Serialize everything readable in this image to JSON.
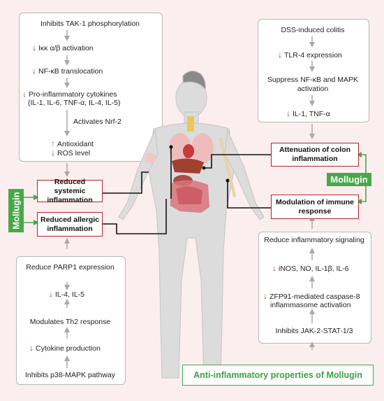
{
  "top_left": {
    "l1": "Inhibits TAK-1 phosphorylation",
    "l2": "Iκκ α/β activation",
    "l3": "NF-κB translocation",
    "l4a": "Pro-inflammatory cytokines",
    "l4b": "(IL-1, IL-6, TNF-α, IL-4, IL-5)",
    "l5": "Activates Nrf-2",
    "l6": "Antioxidant",
    "l7": "ROS level"
  },
  "bottom_left": {
    "l1": "Reduce PARP1 expression",
    "l2": "IL-4, IL-5",
    "l3": "Modulates Th2 response",
    "l4": "Cytokine production",
    "l5": "Inhibits p38-MAPK pathway"
  },
  "top_right": {
    "l1": "DSS-induced colitis",
    "l2": "TLR-4 expression",
    "l3a": "Suppress NF-κB and MAPK",
    "l3b": "activation",
    "l4": "IL-1, TNF-α"
  },
  "bottom_right": {
    "l1": "Reduce inflammatory signaling",
    "l2": "iNOS, NO, IL-1β, IL-6",
    "l3a": "ZFP91-mediated caspase-8",
    "l3b": "inflammasome activation",
    "l4": "Inhibits JAK-2-STAT-1/3"
  },
  "highlights": {
    "systemic_a": "Reduced systemic",
    "systemic_b": "inflammation",
    "allergic_a": "Reduced allergic",
    "allergic_b": "inflammation",
    "colon_a": "Attenuation of colon",
    "colon_b": "inflammation",
    "immune_a": "Modulation of immune",
    "immune_b": "response"
  },
  "labels": {
    "mollugin_left": "Mollugin",
    "mollugin_right": "Mollugin",
    "title": "Anti-inflammatory properties of Mollugin"
  },
  "colors": {
    "accent_green": "#48a848",
    "accent_red": "#b5262c",
    "arrow_gray": "#a8a8a8",
    "background": "#fbeeee"
  }
}
